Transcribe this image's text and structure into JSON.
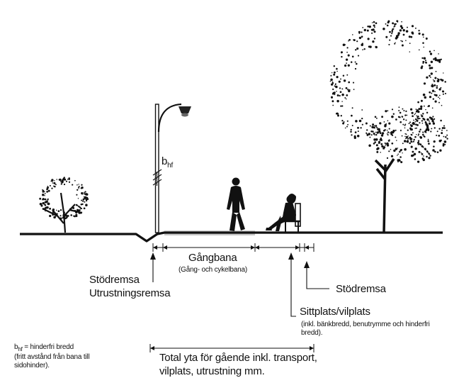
{
  "labels": {
    "bhf_base": "b",
    "bhf_sub": "hf",
    "gangbana": "Gångbana",
    "gangbana_sub": "(Gång- och cykelbana)",
    "stodremsa_left": "Stödremsa",
    "utrustningsremsa": "Utrustningsremsa",
    "stodremsa_right": "Stödremsa",
    "sittplats": "Sittplats/vilplats",
    "sittplats_note": "(inkl. bänkbredd, benutrymme och hinderfri bredd).",
    "legend_symbol_base": "b",
    "legend_symbol_sub": "hf",
    "legend_def": " = hinderfri bredd",
    "legend_note": "(fritt avstånd från bana till sidohinder).",
    "total_line1": "Total yta för gående inkl. transport,",
    "total_line2": "vilplats, utrustning mm."
  },
  "colors": {
    "ink": "#111111",
    "paving": "#c8c8c8",
    "background": "#ffffff"
  },
  "icons": [
    "street-lamp-icon",
    "walking-person-icon",
    "seated-person-icon",
    "bench-icon",
    "shrub-icon",
    "tree-icon"
  ]
}
